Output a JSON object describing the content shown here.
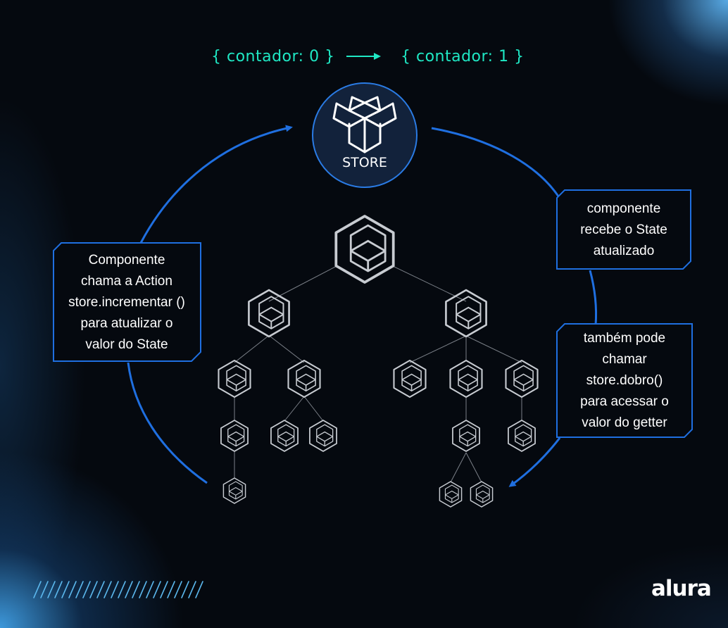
{
  "state_transition": {
    "before": "{ contador: 0 }",
    "after": "{ contador: 1 }"
  },
  "store": {
    "icon": "box-open-icon",
    "label": "STORE"
  },
  "callouts": {
    "left": [
      "Componente",
      "chama a Action",
      "store.incrementar ()",
      "para atualizar o",
      "valor do State"
    ],
    "right_top": [
      "componente",
      "recebe o State",
      "atualizado"
    ],
    "right_bottom": [
      "também pode",
      "chamar",
      "store.dobro()",
      "para acessar o",
      "valor do getter"
    ]
  },
  "tree": {
    "node_icon": "cube-icon"
  },
  "colors": {
    "background": "#05090f",
    "accent_blue": "#1f6fe0",
    "state_text": "#1fe8c4",
    "node_stroke": "#c8ccd2",
    "store_fill": "#12223b"
  },
  "branding": {
    "logo": "alura"
  }
}
